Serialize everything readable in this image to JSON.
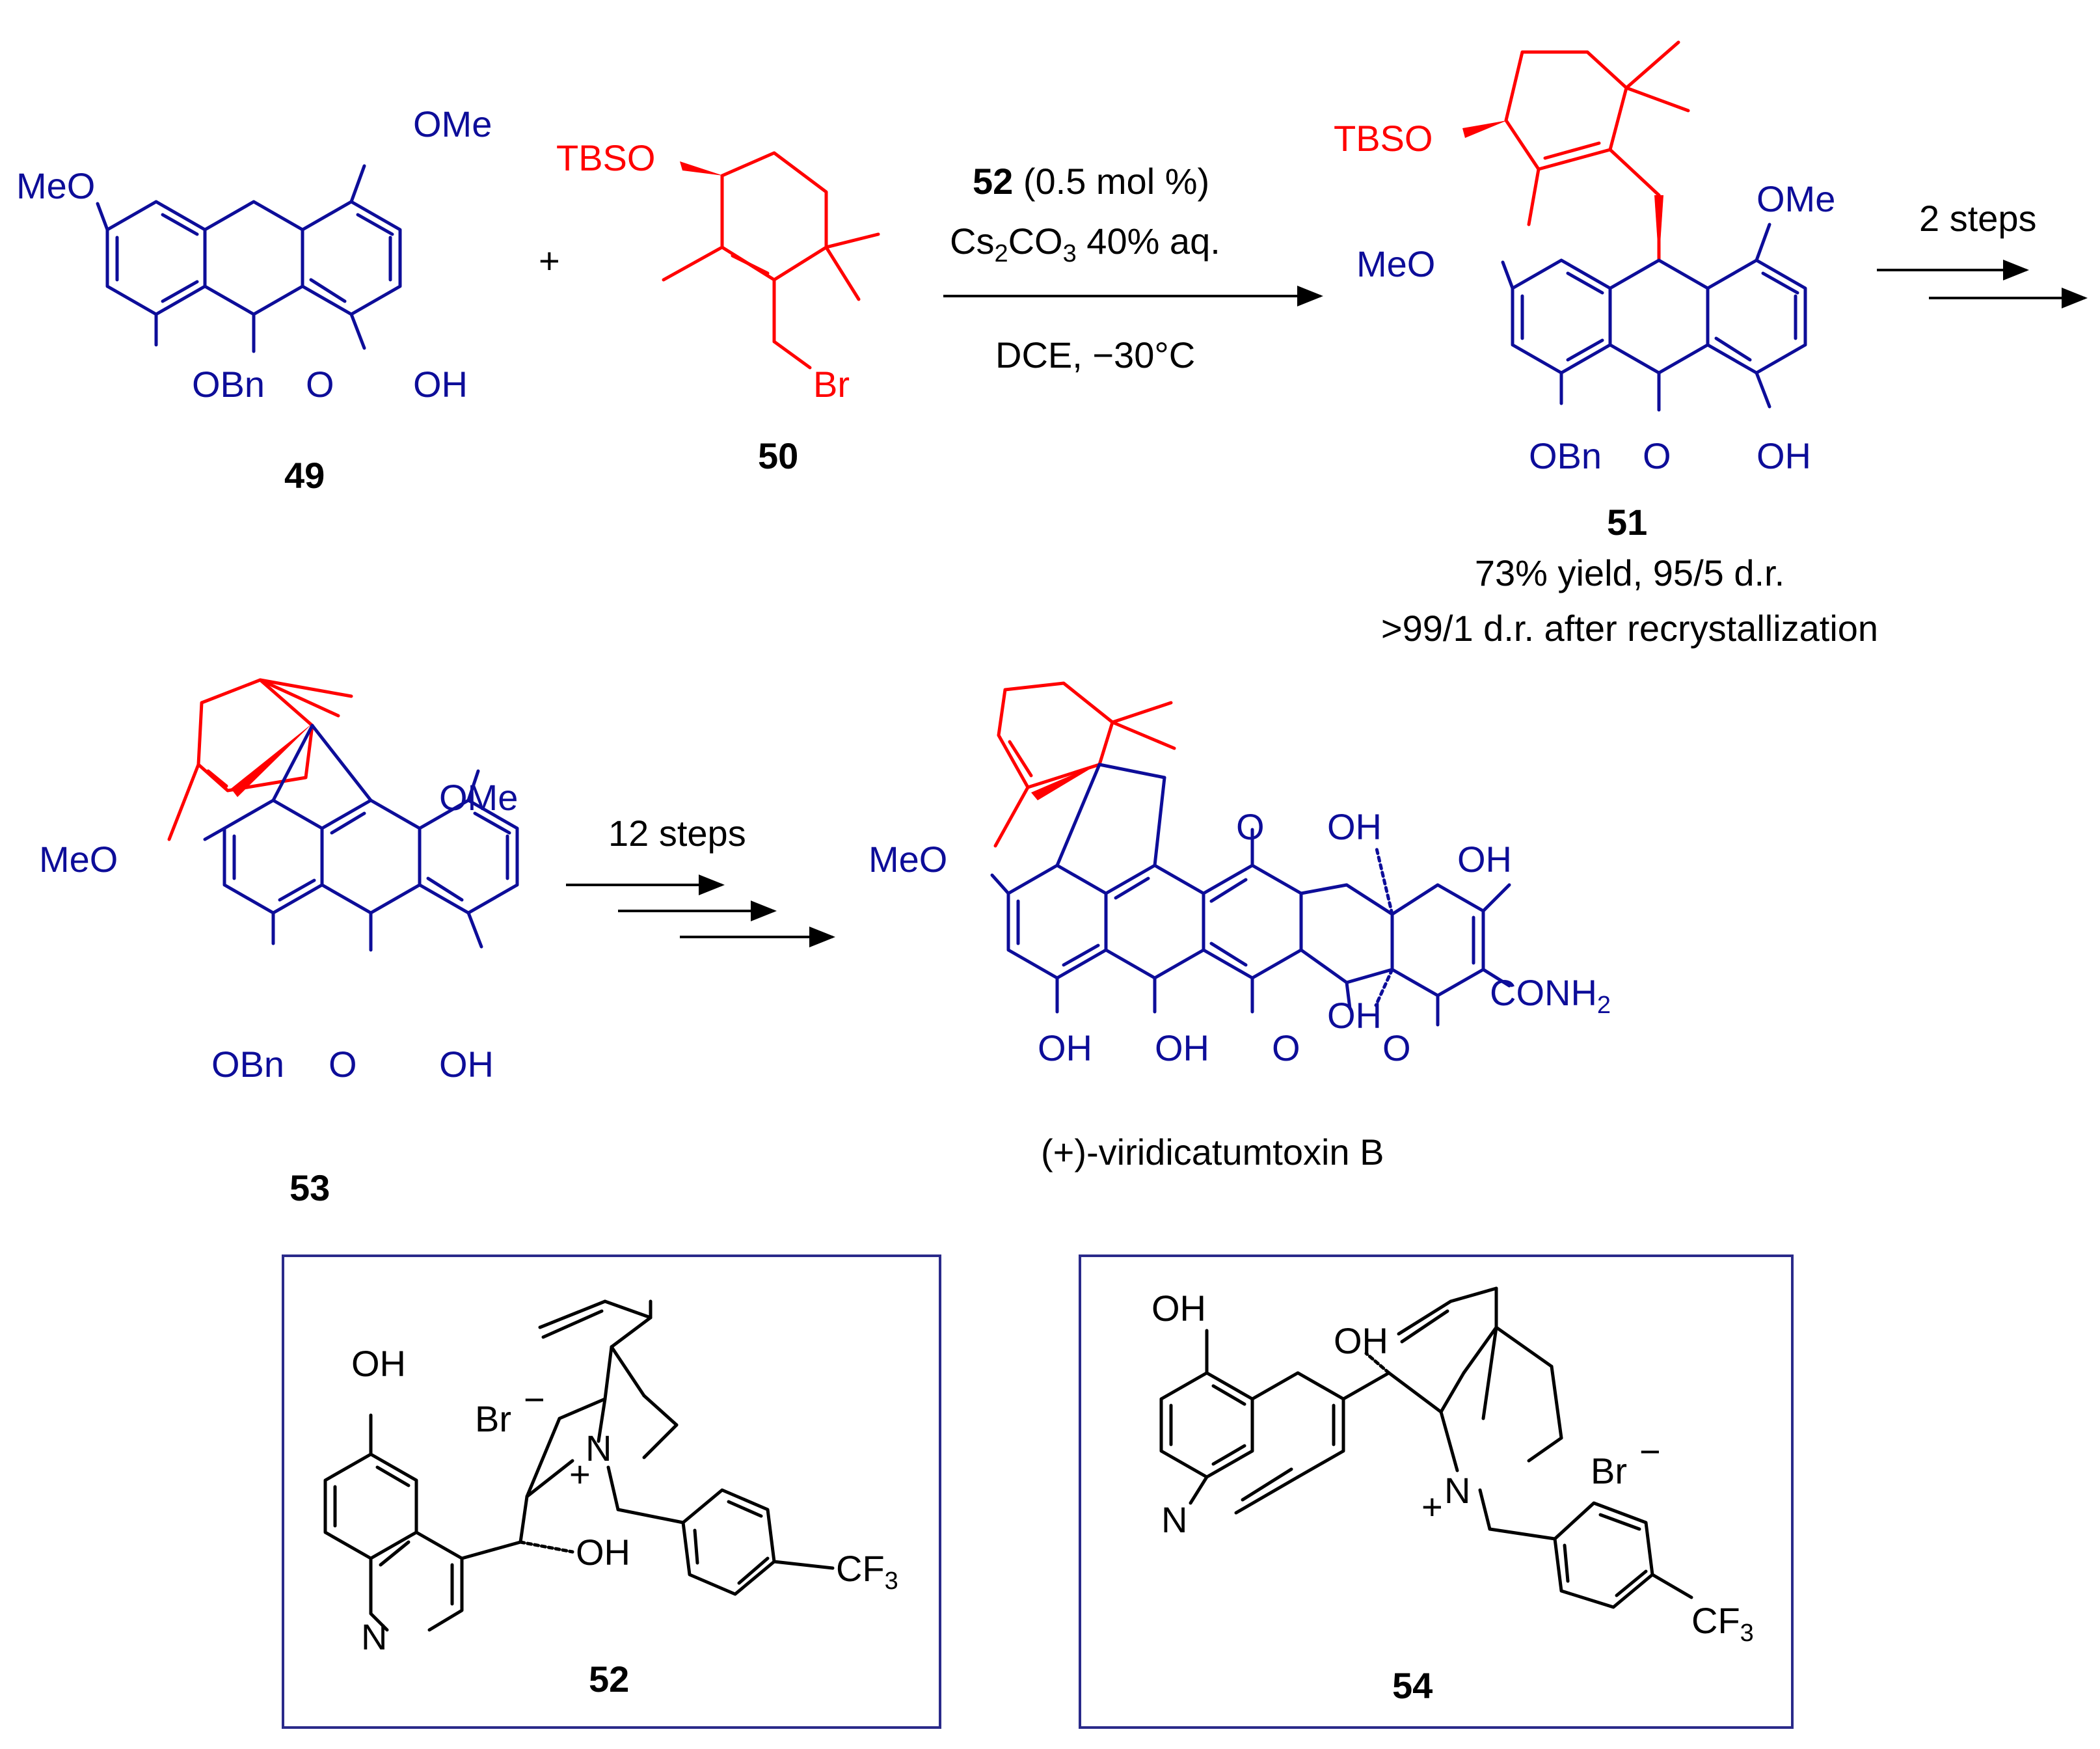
{
  "colors": {
    "blue": "#0d0d99",
    "red": "#ff0000",
    "black": "#000000",
    "box": "#2a2a8a"
  },
  "compounds": {
    "c49": {
      "number": "49",
      "labels": {
        "ome": "OMe",
        "meo": "MeO",
        "obn": "OBn",
        "o": "O",
        "oh": "OH"
      }
    },
    "c50": {
      "number": "50",
      "labels": {
        "tbso": "TBSO",
        "br": "Br"
      }
    },
    "c51": {
      "number": "51",
      "labels": {
        "tbso": "TBSO",
        "ome": "OMe",
        "meo": "MeO",
        "obn": "OBn",
        "o": "O",
        "oh": "OH"
      },
      "yield_line": "73% yield, 95/5 d.r.",
      "recryst_line": ">99/1 d.r. after recrystallization"
    },
    "c53": {
      "number": "53",
      "labels": {
        "ome": "OMe",
        "meo": "MeO",
        "obn": "OBn",
        "o": "O",
        "oh": "OH"
      }
    },
    "viridicatumtoxin": {
      "name": "(+)-viridicatumtoxin B",
      "labels": {
        "meo": "MeO",
        "o": "O",
        "oh": "OH",
        "conh2_main": "CONH",
        "conh2_sub": "2"
      }
    },
    "c52": {
      "number": "52",
      "labels": {
        "oh": "OH",
        "br": "Br",
        "minus": "−",
        "plus": "+",
        "n": "N",
        "cf3_main": "CF",
        "cf3_sub": "3"
      }
    },
    "c54": {
      "number": "54",
      "labels": {
        "oh": "OH",
        "br": "Br",
        "minus": "−",
        "plus": "+",
        "n": "N",
        "cf3_main": "CF",
        "cf3_sub": "3"
      }
    }
  },
  "reaction1": {
    "plus": "+",
    "catalyst_num": "52",
    "catalyst_load": " (0.5 mol %)",
    "base_a": "Cs",
    "base_sub1": "2",
    "base_b": "CO",
    "base_sub2": "3",
    "base_c": " 40% aq.",
    "conditions": "DCE, −30°C"
  },
  "reaction2": {
    "steps": "2 steps"
  },
  "reaction3": {
    "steps": "12 steps"
  }
}
